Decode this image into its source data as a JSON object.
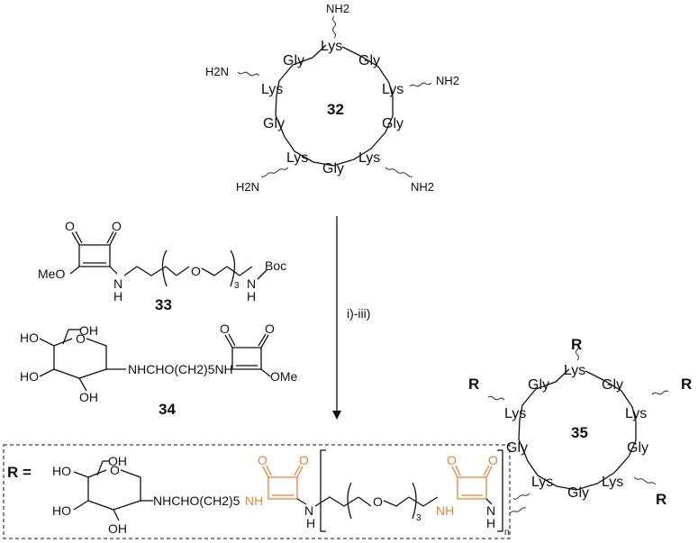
{
  "compound32": {
    "label": "32",
    "residues": {
      "lys_top": "Lys",
      "gly_top_left": "Gly",
      "gly_top_right": "Gly",
      "lys_left": "Lys",
      "lys_right": "Lys",
      "gly_left": "Gly",
      "gly_right": "Gly",
      "lys_bottom_left": "Lys",
      "gly_bottom": "Gly",
      "lys_bottom_right": "Lys"
    },
    "amines": {
      "top": "NH2",
      "left": "H2N",
      "right": "NH2",
      "bottom_left": "H2N",
      "bottom_right": "NH2"
    }
  },
  "compound33": {
    "label": "33",
    "methoxy": "MeO",
    "nh": "N",
    "h": "H",
    "oxygen": "O",
    "repeat": "3",
    "boc": "Boc"
  },
  "compound34": {
    "label": "34",
    "oh1": "HO",
    "oh2": "OH",
    "oh3": "HO",
    "oh4": "OH",
    "ring_o": "O",
    "linker": "NHCHO(CH2)5NH",
    "methoxy": "OMe"
  },
  "reaction": {
    "conditions": "i)-iii)"
  },
  "compound35": {
    "label": "35",
    "substituent": "R",
    "residues": {
      "lys_top": "Lys",
      "gly_top_left": "Gly",
      "gly_top_right": "Gly",
      "lys_left": "Lys",
      "lys_right": "Lys",
      "gly_left": "Gly",
      "gly_right": "Gly",
      "lys_bottom_left": "Lys",
      "gly_bottom": "Gly",
      "lys_bottom_right": "Lys"
    }
  },
  "r_group": {
    "label": "R =",
    "oh1": "HO",
    "oh2": "OH",
    "oh3": "HO",
    "oh4": "OH",
    "ring_o": "O",
    "linker": "NHCHO(CH2)5",
    "nh1": "NH",
    "n2": "N",
    "h2": "H",
    "oxygen": "O",
    "repeat": "3",
    "nh3": "NH",
    "n4": "N",
    "h4": "H",
    "n_sub": "n",
    "colors": {
      "highlight": "#e8833a"
    }
  }
}
